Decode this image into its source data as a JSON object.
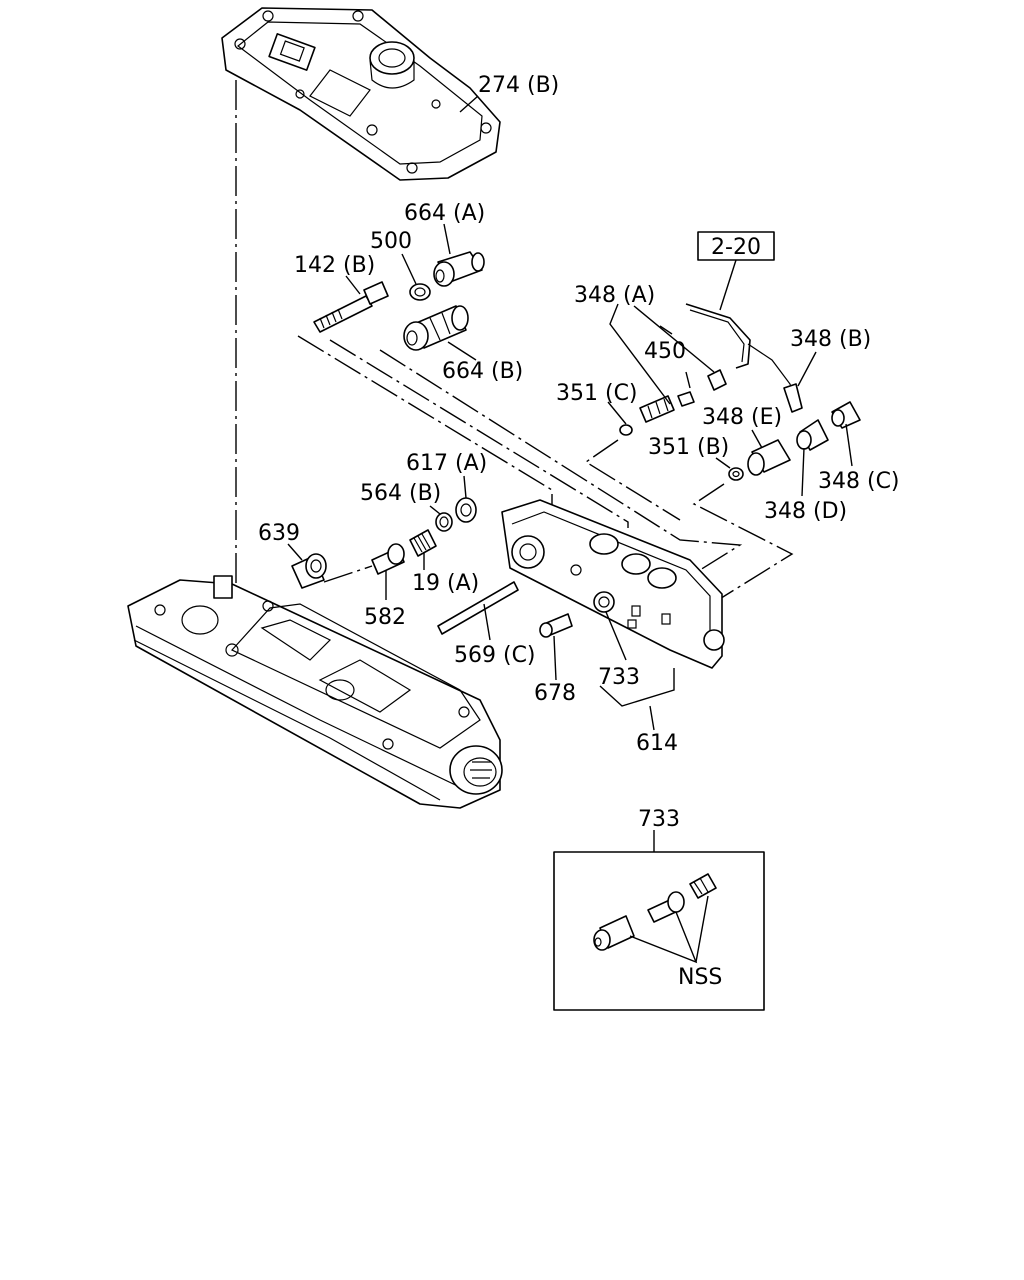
{
  "callouts": {
    "c274B": "274 (B)",
    "c664A": "664 (A)",
    "c500": "500",
    "c142B": "142 (B)",
    "c664B": "664 (B)",
    "c348A": "348 (A)",
    "c450": "450",
    "c351C": "351 (C)",
    "c348B": "348 (B)",
    "c348E": "348 (E)",
    "c351B": "351 (B)",
    "c348C": "348 (C)",
    "c348D": "348 (D)",
    "c617A": "617 (A)",
    "c564B": "564 (B)",
    "c639": "639",
    "c19A": "19 (A)",
    "c582": "582",
    "c569C": "569 (C)",
    "c678": "678",
    "c733": "733",
    "c614": "614",
    "detail_733": "733",
    "nss": "NSS"
  },
  "reference_box": "2-20"
}
